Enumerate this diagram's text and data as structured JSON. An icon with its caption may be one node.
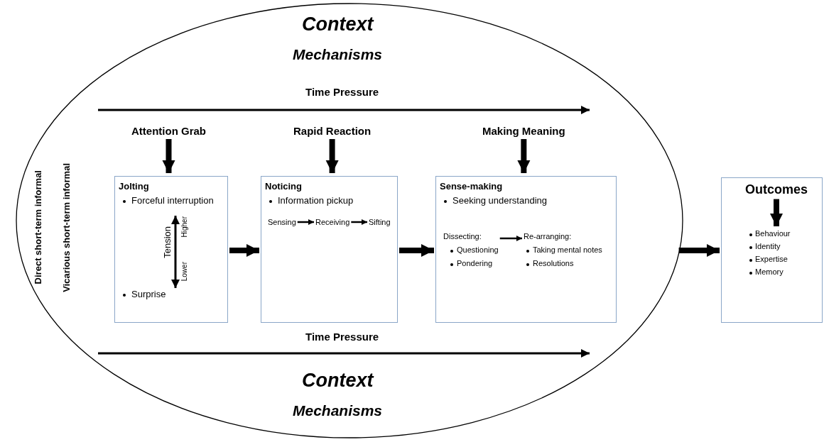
{
  "diagram": {
    "nodes": [
      {
        "text": [
          "Context",
          "Mechanisms",
          "Context",
          "Mechanisms"
        ]
      },
      {
        "text": [
          "Attention Grab"
        ],
        "in": 0
      },
      {
        "text": [
          "Rapid Reaction"
        ],
        "in": 0
      },
      {
        "text": [
          "Making Meaning"
        ],
        "in": 0
      },
      {
        "text": [
          "Jolting",
          "Forceful interruption",
          "Tension",
          "Higher",
          "Lower",
          "Surprise"
        ],
        "in": 0
      },
      {
        "text": [
          "Noticing",
          "Information pickup"
        ],
        "in": 0
      },
      {
        "text": [
          "Sensing"
        ],
        "in": 5
      },
      {
        "text": [
          "Receiving"
        ],
        "in": 5
      },
      {
        "text": [
          "Sifting"
        ],
        "in": 5
      },
      {
        "text": [
          "Sense-making",
          "Seeking understanding"
        ],
        "in": 0
      },
      {
        "text": [
          "Dissecting:",
          "Questioning",
          "Pondering"
        ],
        "in": 9
      },
      {
        "text": [
          "Re-arranging:",
          "Taking mental notes",
          "Resolutions"
        ],
        "in": 9
      },
      {
        "text": [],
        "shape": "box"
      },
      {
        "text": [
          "Outcomes"
        ],
        "in": 12
      },
      {
        "text": [
          "Behaviour",
          "Identity",
          "Expertise",
          "Memory"
        ],
        "in": 12
      }
    ],
    "edges": [
      {
        "from": 1,
        "to": 4,
        "arrow": "to"
      },
      {
        "from": 2,
        "to": 5,
        "arrow": "to"
      },
      {
        "from": 3,
        "to": 9,
        "arrow": "to"
      },
      {
        "from": 4,
        "to": 5,
        "arrow": "to"
      },
      {
        "from": 5,
        "to": 9,
        "arrow": "to"
      },
      {
        "from": 0,
        "to": 12,
        "arrow": "to"
      },
      {
        "from": 6,
        "to": 7,
        "arrow": "to"
      },
      {
        "from": 7,
        "to": 8,
        "arrow": "to"
      },
      {
        "from": 10,
        "to": 11,
        "arrow": "to"
      },
      {
        "from": 13,
        "to": 14,
        "arrow": "to"
      }
    ],
    "labels": [
      "Time Pressure",
      "Direct short-term informal",
      "Vicarious short-term informal",
      "Time Pressure"
    ]
  }
}
